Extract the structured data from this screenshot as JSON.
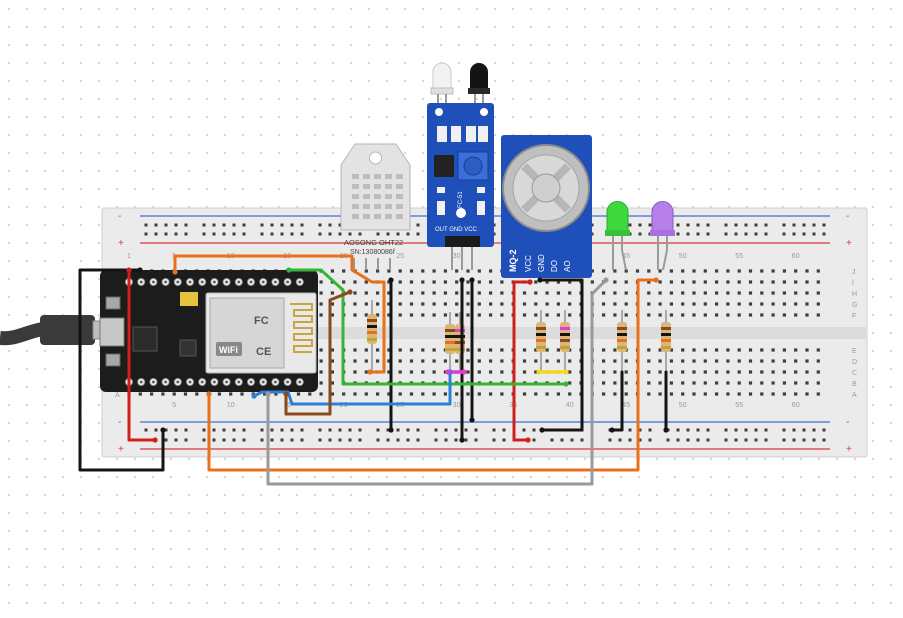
{
  "colors": {
    "breadboard": "#ebebeb",
    "breadboard_center": "#dcdcdc",
    "rail_blue": "#3a6fd8",
    "rail_red": "#d93b3b",
    "hole": "#3d3d3d",
    "wire_red": "#d0201c",
    "wire_black": "#141414",
    "wire_orange": "#e8701a",
    "wire_green": "#35b535",
    "wire_blue": "#2e7fd6",
    "wire_brown": "#8a4a1c",
    "wire_gray": "#9a9a9a",
    "wire_magenta": "#e53ad8",
    "wire_yellow": "#f2d91c",
    "module_blue": "#1f4fb8",
    "mcu_black": "#1c1c1c",
    "led_green": "#3fd93f",
    "led_purple": "#b680e8",
    "led_white": "#f2f2f2",
    "led_black": "#141414"
  },
  "breadboard": {
    "column_numbers": [
      "1",
      "5",
      "10",
      "15",
      "20",
      "25",
      "30",
      "35",
      "40",
      "45",
      "50",
      "55",
      "60"
    ],
    "row_letters_top": [
      "J",
      "I",
      "H",
      "G",
      "F"
    ],
    "row_letters_bottom": [
      "E",
      "D",
      "C",
      "B",
      "A"
    ],
    "plus_sign": "+",
    "minus_sign": "-"
  },
  "components": {
    "dht22": {
      "label_line1": "AOSONG OHT22",
      "label_line2": "SN:13080086f"
    },
    "ir_sensor": {
      "pin_labels": "OUT GND VCC",
      "trimmer_label": "FC-51"
    },
    "mq2": {
      "label": "MQ-2",
      "pin_labels": [
        "VCC",
        "GND",
        "DO",
        "AO"
      ]
    },
    "nodemcu": {
      "wifi_label": "WiFi",
      "fc_label": "FC",
      "ce_label": "CE"
    }
  }
}
